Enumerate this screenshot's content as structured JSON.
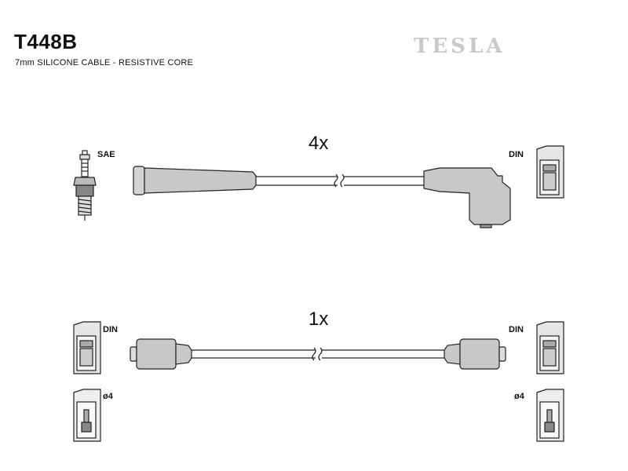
{
  "header": {
    "part_number": "T448B",
    "subtitle": "7mm SILICONE CABLE - RESISTIVE CORE",
    "brand": "TESLA"
  },
  "set1": {
    "quantity": "4x",
    "left_terminal_label": "SAE",
    "right_terminal_label": "DIN"
  },
  "set2": {
    "quantity": "1x",
    "left_top_label": "DIN",
    "left_bottom_label": "ø4",
    "right_top_label": "DIN",
    "right_bottom_label": "ø4"
  }
}
